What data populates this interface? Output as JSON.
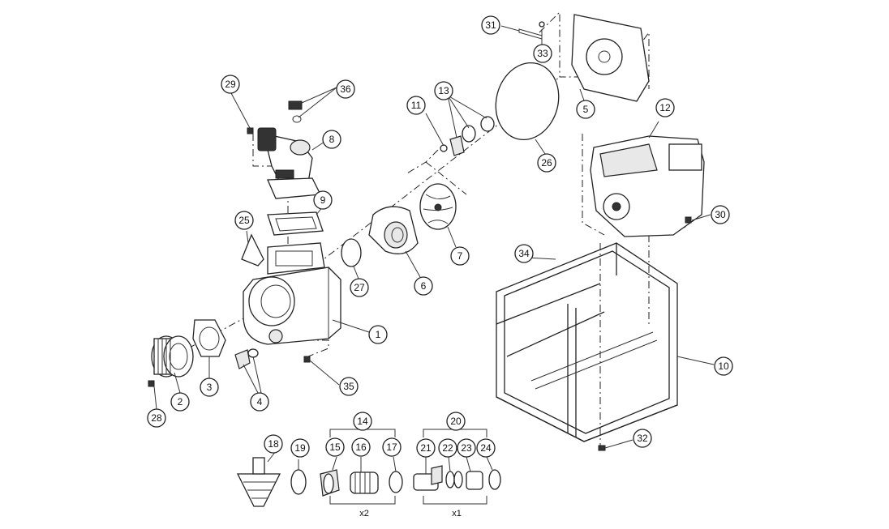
{
  "callouts": [
    "1",
    "2",
    "3",
    "4",
    "5",
    "6",
    "7",
    "8",
    "9",
    "10",
    "11",
    "12",
    "13",
    "14",
    "15",
    "16",
    "17",
    "18",
    "19",
    "20",
    "21",
    "22",
    "23",
    "24",
    "25",
    "26",
    "27",
    "28",
    "29",
    "30",
    "31",
    "32",
    "33",
    "34",
    "35",
    "36"
  ],
  "quantities": {
    "x2": "x2",
    "x1": "x1"
  },
  "colors": {
    "line": "#222222",
    "background": "#ffffff"
  }
}
